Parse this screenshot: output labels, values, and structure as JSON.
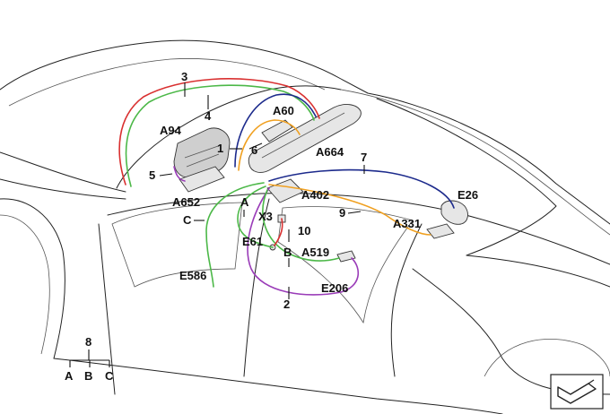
{
  "colors": {
    "wire_red": "#d93030",
    "wire_green": "#4cb848",
    "wire_orange": "#f0a020",
    "wire_navy": "#1c2a8c",
    "wire_purple": "#9a3cb8",
    "outline": "#222222"
  },
  "labels": {
    "l3": "3",
    "l4": "4",
    "a94": "A94",
    "a60": "A60",
    "l1": "1",
    "l6": "6",
    "a664": "A664",
    "l7": "7",
    "l5": "5",
    "a652": "A652",
    "a402": "A402",
    "e26": "E26",
    "la": "A",
    "x3": "X3",
    "lc": "C",
    "l9": "9",
    "a331": "A331",
    "e61": "E61",
    "l10": "10",
    "lb": "B",
    "a519": "A519",
    "e586": "E586",
    "e206": "E206",
    "l2": "2"
  },
  "legend": {
    "top": "8",
    "a": "A",
    "b": "B",
    "c": "C"
  },
  "icons": {
    "corner": "diagram-type-icon"
  }
}
